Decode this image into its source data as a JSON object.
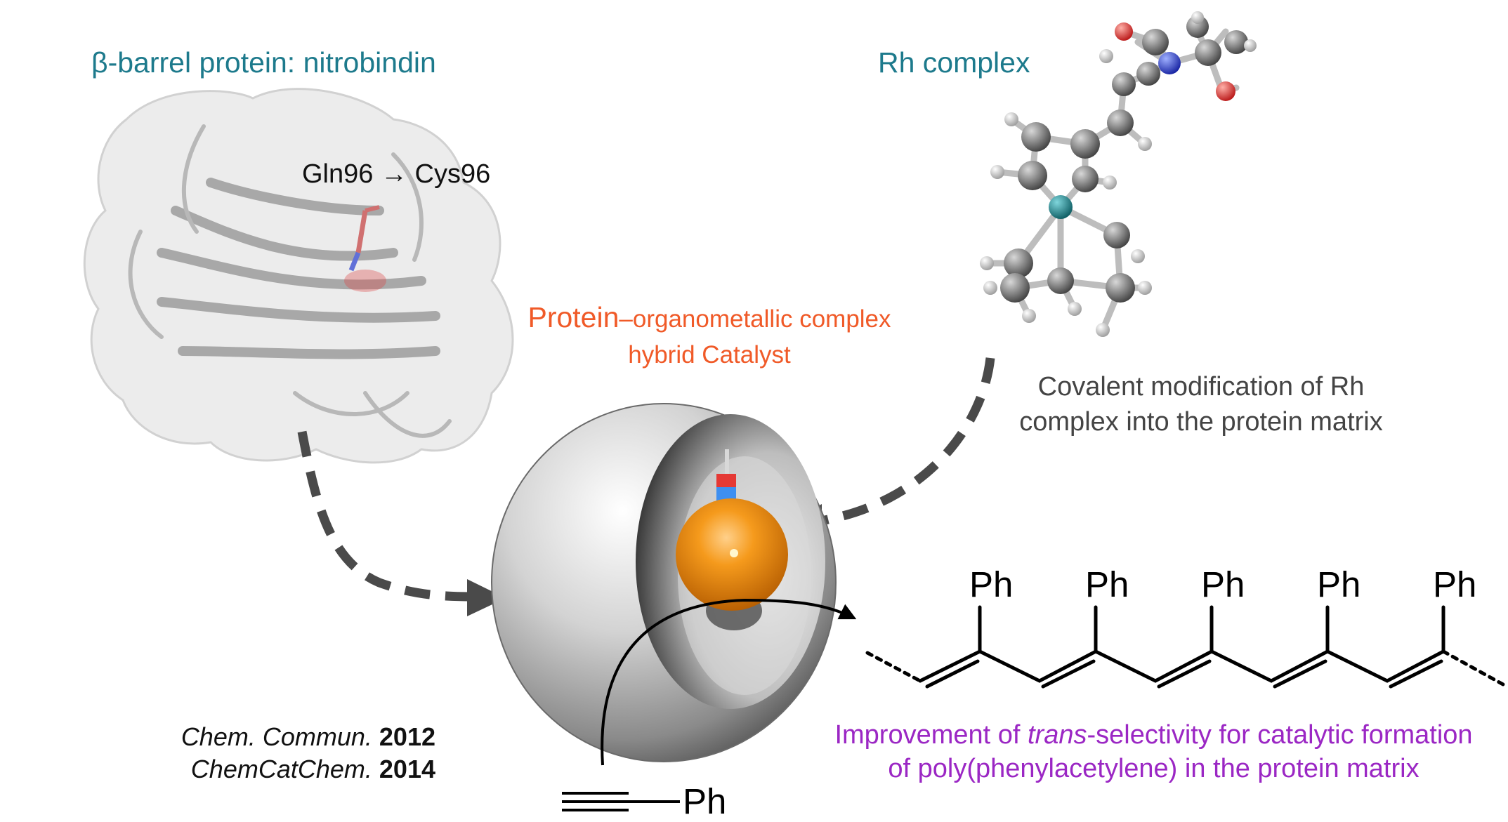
{
  "labels": {
    "protein_title": "β-barrel protein: nitrobindin",
    "mutation": "Gln96 → Cys96",
    "rh_title": "Rh complex",
    "hybrid_line1_main": "Protein",
    "hybrid_line1_rest": "–organometallic complex",
    "hybrid_line2": "hybrid Catalyst",
    "covalent_line1": "Covalent modification of Rh",
    "covalent_line2": "complex into the protein matrix",
    "improvement_pre": "Improvement of ",
    "improvement_italic": "trans",
    "improvement_post": "-selectivity for catalytic formation",
    "improvement_line2": "of poly(phenylacetylene) in the protein matrix",
    "ref1_journal": "Chem. Commun.",
    "ref1_year": "2012",
    "ref2_journal": "ChemCatChem.",
    "ref2_year": "2014",
    "monomer_ph": "Ph",
    "polymer_ph": [
      "Ph",
      "Ph",
      "Ph",
      "Ph",
      "Ph"
    ]
  },
  "colors": {
    "teal": "#1d7a8c",
    "orange_text": "#f05a28",
    "purple_text": "#9b27c4",
    "rh_atom": "#167d85",
    "oxygen": "#e8383a",
    "nitrogen": "#2b3fd8",
    "carbon": "#6f6f6f",
    "hydrogen": "#e6e6e6",
    "arrow_dash": "#4a4a4a",
    "sphere_orange": "#f39200"
  }
}
